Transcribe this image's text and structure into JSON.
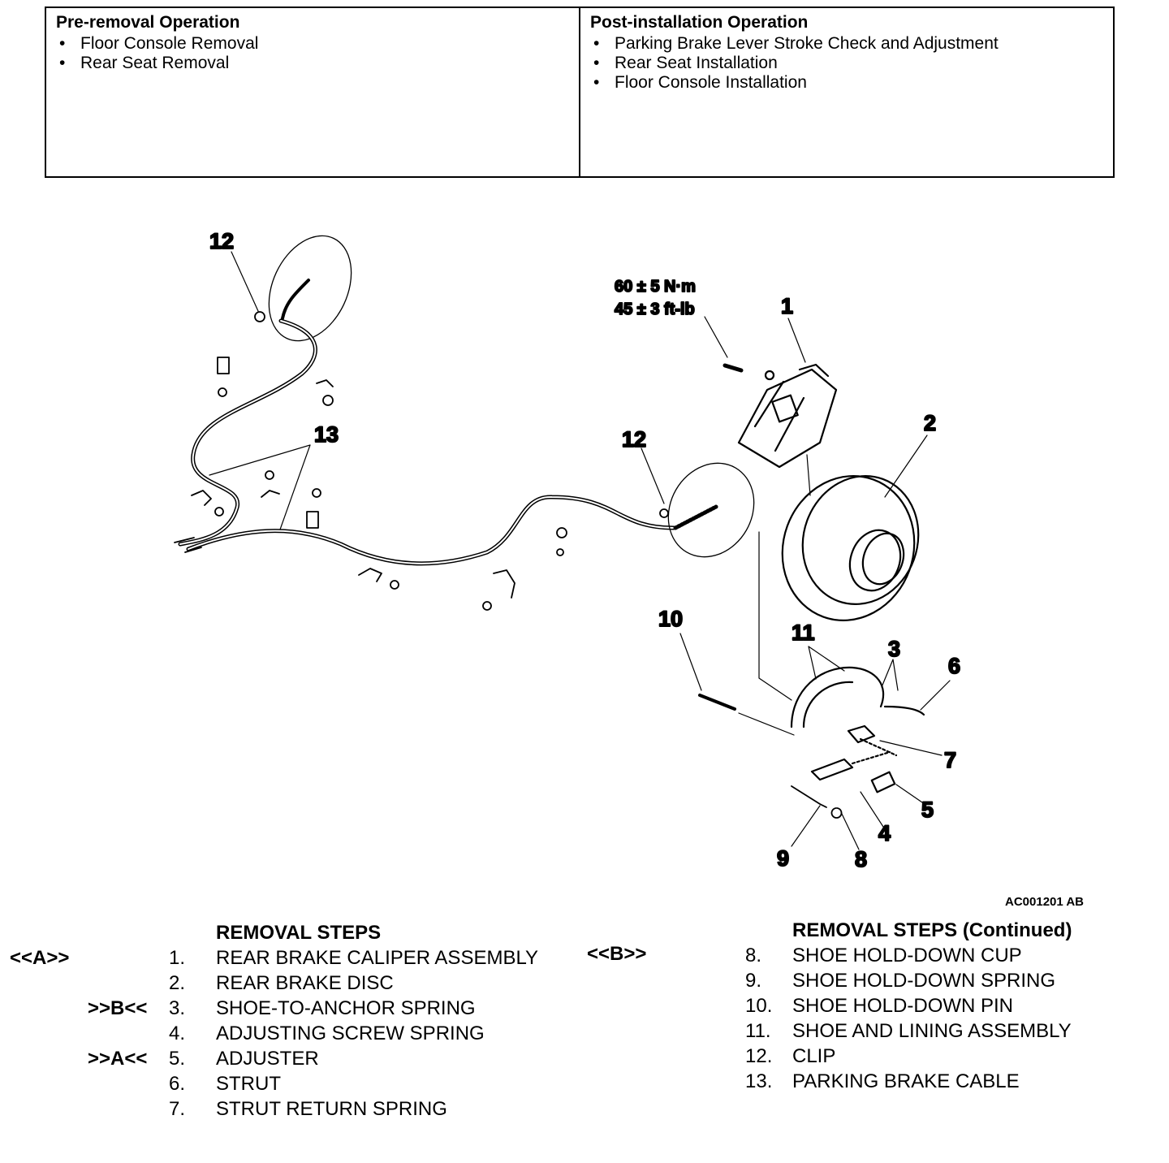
{
  "pre_removal": {
    "heading": "Pre-removal Operation",
    "items": [
      "Floor Console Removal",
      "Rear Seat Removal"
    ]
  },
  "post_installation": {
    "heading": "Post-installation Operation",
    "items": [
      "Parking Brake Lever Stroke Check and Adjustment",
      "Rear Seat Installation",
      "Floor Console Installation"
    ]
  },
  "figure": {
    "torque_nm": "60 ± 5 N·m",
    "torque_ftlb": "45 ± 3 ft-lb",
    "callouts": [
      "12",
      "1",
      "13",
      "12",
      "2",
      "10",
      "11",
      "3",
      "6",
      "7",
      "5",
      "4",
      "9",
      "8"
    ],
    "figure_id": "AC001201 AB"
  },
  "removal_steps": {
    "title": "REMOVAL STEPS",
    "steps": [
      {
        "mark": "<<A>>",
        "num": "1.",
        "name": "REAR BRAKE CALIPER ASSEMBLY"
      },
      {
        "mark": "",
        "num": "2.",
        "name": "REAR BRAKE DISC"
      },
      {
        "mark": ">>B<<",
        "num": "3.",
        "name": "SHOE-TO-ANCHOR SPRING"
      },
      {
        "mark": "",
        "num": "4.",
        "name": "ADJUSTING SCREW SPRING"
      },
      {
        "mark": ">>A<<",
        "num": "5.",
        "name": "ADJUSTER"
      },
      {
        "mark": "",
        "num": "6.",
        "name": "STRUT"
      },
      {
        "mark": "",
        "num": "7.",
        "name": "STRUT RETURN SPRING"
      }
    ]
  },
  "removal_steps_continued": {
    "title": "REMOVAL STEPS (Continued)",
    "steps": [
      {
        "mark": "<<B>>",
        "num": "8.",
        "name": "SHOE HOLD-DOWN CUP"
      },
      {
        "mark": "",
        "num": "9.",
        "name": "SHOE HOLD-DOWN SPRING"
      },
      {
        "mark": "",
        "num": "10.",
        "name": "SHOE HOLD-DOWN PIN"
      },
      {
        "mark": "",
        "num": "11.",
        "name": "SHOE AND LINING ASSEMBLY"
      },
      {
        "mark": "",
        "num": "12.",
        "name": "CLIP"
      },
      {
        "mark": "",
        "num": "13.",
        "name": "PARKING BRAKE CABLE"
      }
    ]
  }
}
